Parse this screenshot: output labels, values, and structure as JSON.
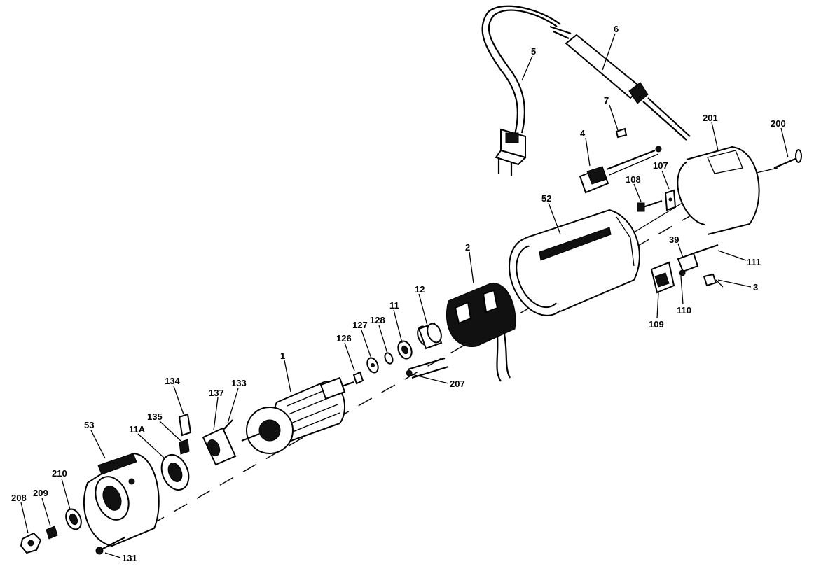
{
  "parts": [
    {
      "key": "p1",
      "label": "1"
    },
    {
      "key": "p2",
      "label": "2"
    },
    {
      "key": "p3",
      "label": "3"
    },
    {
      "key": "p4",
      "label": "4"
    },
    {
      "key": "p5",
      "label": "5"
    },
    {
      "key": "p6",
      "label": "6"
    },
    {
      "key": "p7",
      "label": "7"
    },
    {
      "key": "p11",
      "label": "11"
    },
    {
      "key": "p11a",
      "label": "11A"
    },
    {
      "key": "p12",
      "label": "12"
    },
    {
      "key": "p39",
      "label": "39"
    },
    {
      "key": "p52",
      "label": "52"
    },
    {
      "key": "p53",
      "label": "53"
    },
    {
      "key": "p107",
      "label": "107"
    },
    {
      "key": "p108",
      "label": "108"
    },
    {
      "key": "p109",
      "label": "109"
    },
    {
      "key": "p110",
      "label": "110"
    },
    {
      "key": "p111",
      "label": "111"
    },
    {
      "key": "p126",
      "label": "126"
    },
    {
      "key": "p127",
      "label": "127"
    },
    {
      "key": "p128",
      "label": "128"
    },
    {
      "key": "p131",
      "label": "131"
    },
    {
      "key": "p133",
      "label": "133"
    },
    {
      "key": "p134",
      "label": "134"
    },
    {
      "key": "p135",
      "label": "135"
    },
    {
      "key": "p137",
      "label": "137"
    },
    {
      "key": "p200",
      "label": "200"
    },
    {
      "key": "p201",
      "label": "201"
    },
    {
      "key": "p207",
      "label": "207"
    },
    {
      "key": "p208",
      "label": "208"
    },
    {
      "key": "p209",
      "label": "209"
    },
    {
      "key": "p210",
      "label": "210"
    }
  ]
}
